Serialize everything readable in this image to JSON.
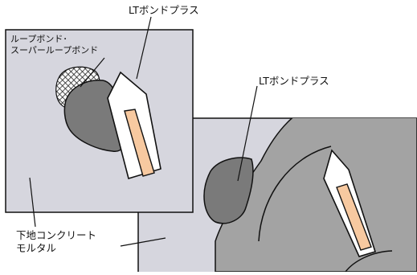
{
  "labels": {
    "top_product": "LTボンドプラス",
    "mid_product": "LTボンドプラス",
    "loop_bond_line1": "ループボンド･",
    "loop_bond_line2": "スーパーループボンド",
    "substrate_line1": "下地コンクリート",
    "substrate_line2": "モルタル"
  },
  "colors": {
    "panel_fill": "#d6d6de",
    "dark_patch": "#7a7a7a",
    "light_patch": "#a3a3a3",
    "trowel_blade": "#ffffff",
    "trowel_handle": "#f7c9a0",
    "outline": "#111111"
  }
}
